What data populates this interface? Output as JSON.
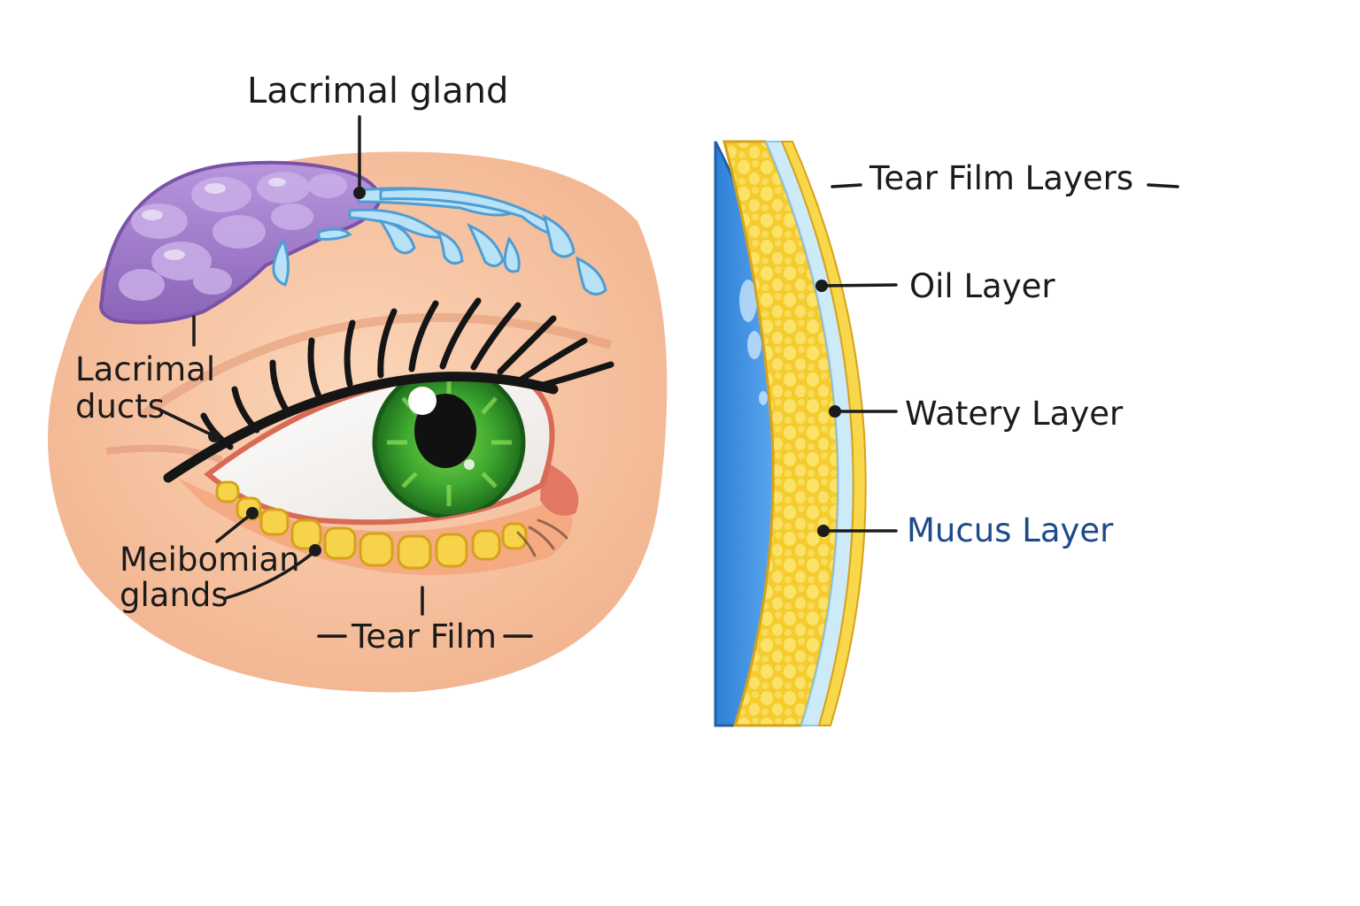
{
  "labels": {
    "lacrimal_gland": "Lacrimal gland",
    "lacrimal_ducts_line1": "Lacrimal",
    "lacrimal_ducts_line2": "ducts",
    "meibomian_line1": "Meibomian",
    "meibomian_line2": "glands",
    "tear_film": "Tear Film",
    "tear_film_layers": "Tear Film Layers",
    "oil_layer": "Oil Layer",
    "watery_layer": "Watery Layer",
    "mucus_layer": "Mucus Layer"
  },
  "icons": {
    "eye": "eye-illustration",
    "gland": "lacrimal-gland-illustration",
    "cross_section": "tear-film-cross-section"
  },
  "colors": {
    "skin": "#f7c3a0",
    "gland": "#9c78c6",
    "iris": "#2f9a2a",
    "tear_drop": "#a9dcf5",
    "cornea_blue": "#3d8fdc",
    "meibomian_yellow": "#f6d34a",
    "mucus_label": "#1d4a8a"
  }
}
